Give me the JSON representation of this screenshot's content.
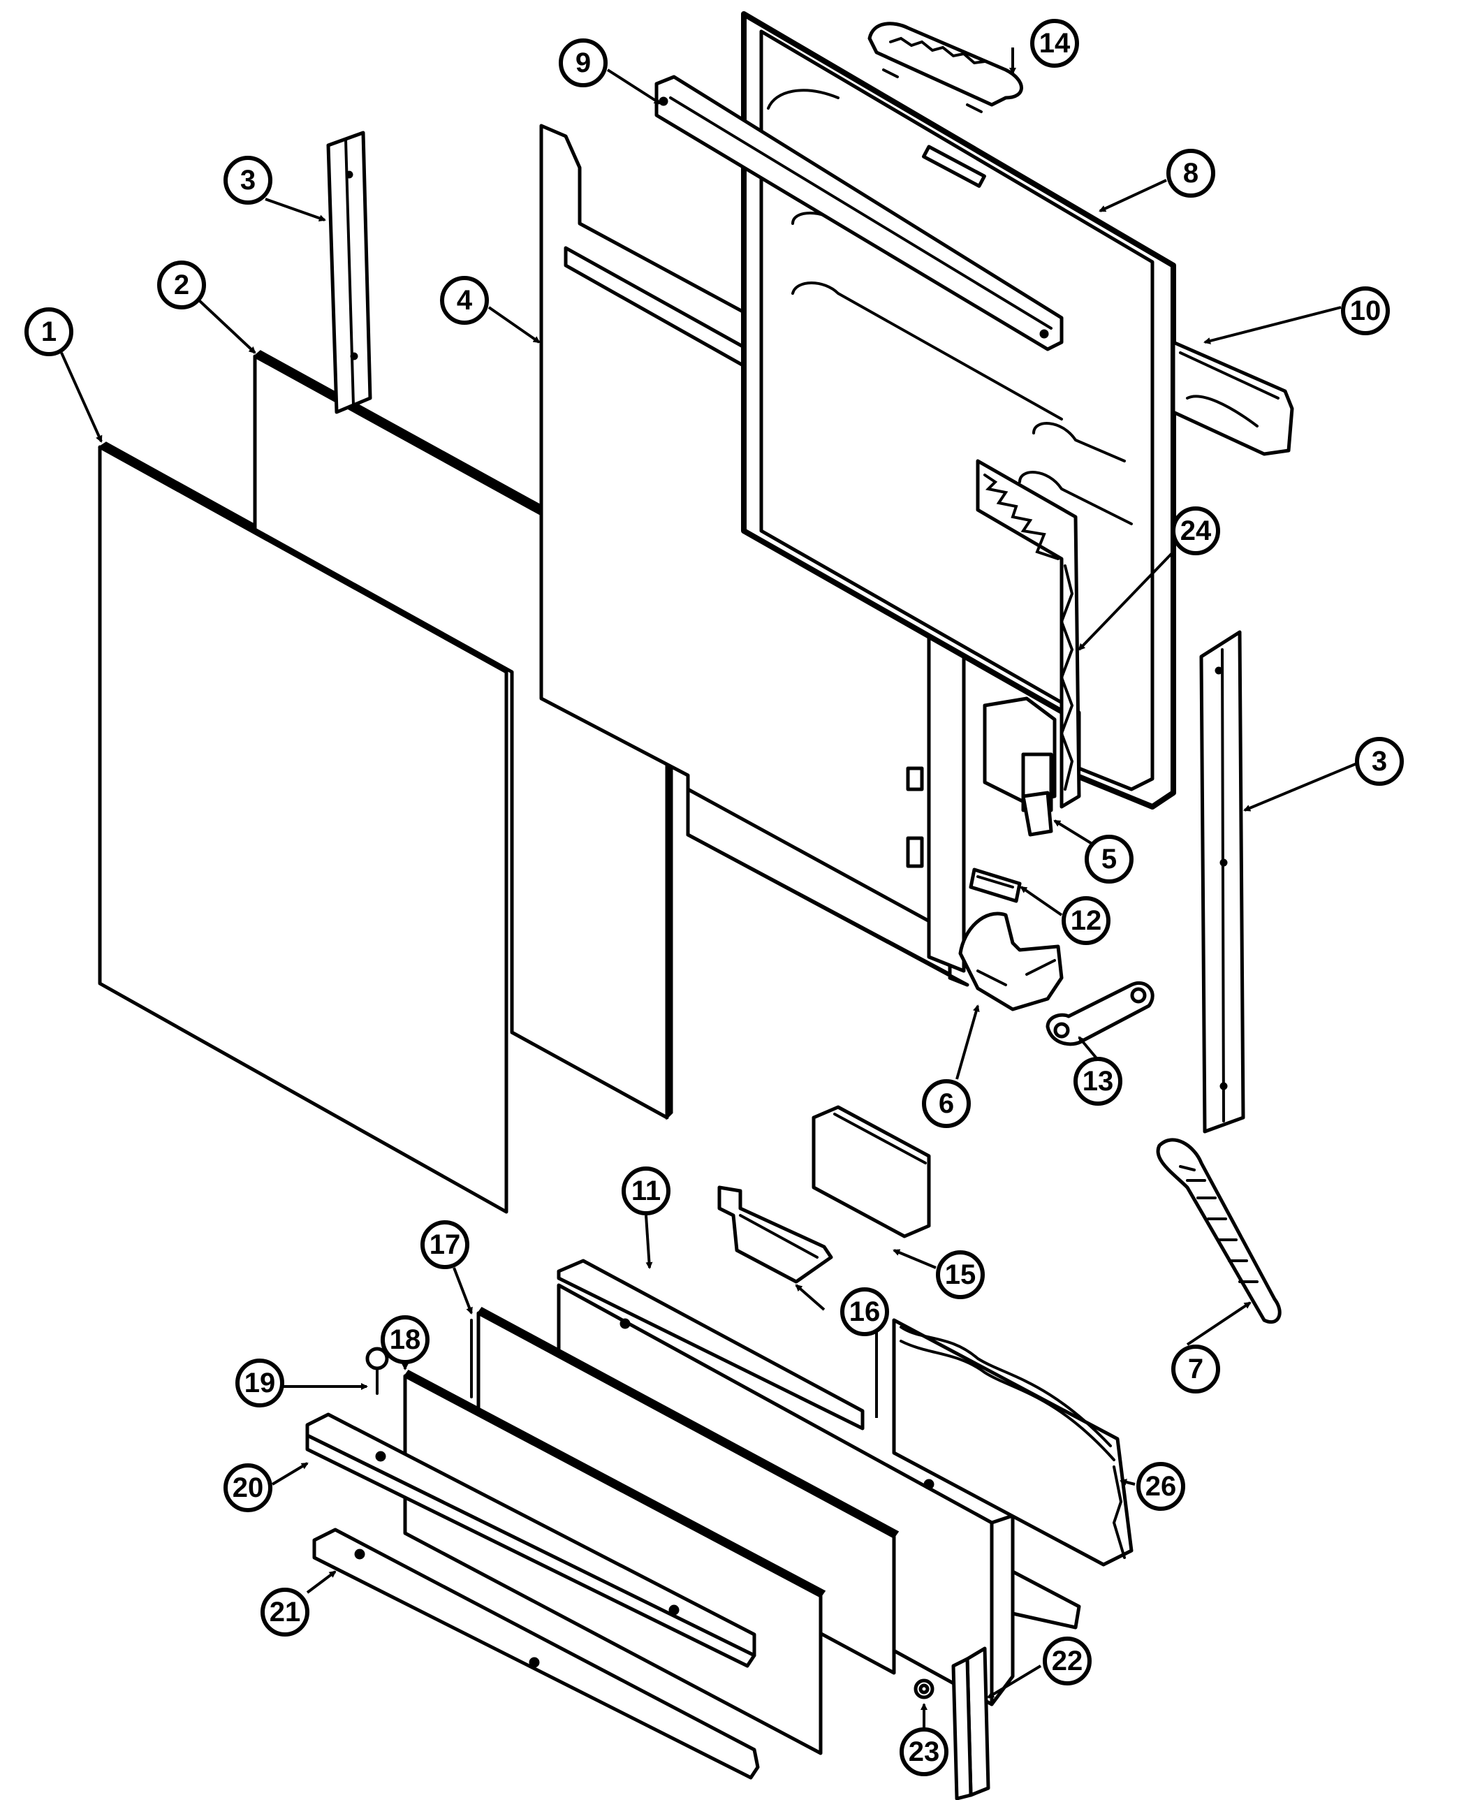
{
  "diagram": {
    "style": "exploded parts view, black line art on white",
    "callouts": [
      "1",
      "2",
      "3",
      "3",
      "4",
      "5",
      "6",
      "7",
      "8",
      "9",
      "10",
      "11",
      "12",
      "13",
      "14",
      "15",
      "16",
      "17",
      "18",
      "19",
      "20",
      "21",
      "22",
      "23",
      "24",
      "26"
    ]
  }
}
